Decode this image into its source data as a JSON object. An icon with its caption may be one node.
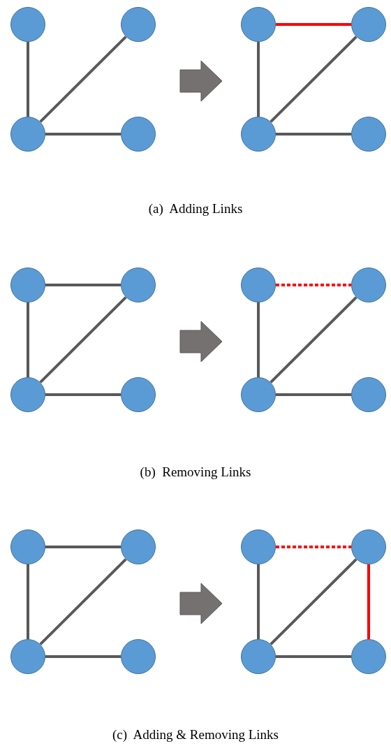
{
  "diagram": {
    "nodes": [
      {
        "text": [],
        "shape": "circle"
      },
      {
        "text": [],
        "shape": "circle"
      },
      {
        "text": [],
        "shape": "circle"
      },
      {
        "text": [],
        "shape": "circle"
      },
      {
        "text": [],
        "shape": "circle"
      },
      {
        "text": [],
        "shape": "circle"
      },
      {
        "text": [],
        "shape": "circle"
      },
      {
        "text": [],
        "shape": "circle"
      },
      {
        "text": [],
        "shape": "circle"
      },
      {
        "text": [],
        "shape": "circle"
      },
      {
        "text": [],
        "shape": "circle"
      },
      {
        "text": [],
        "shape": "circle"
      },
      {
        "text": [],
        "shape": "circle"
      },
      {
        "text": [],
        "shape": "circle"
      },
      {
        "text": [],
        "shape": "circle"
      },
      {
        "text": [],
        "shape": "circle"
      },
      {
        "text": [],
        "shape": "circle"
      },
      {
        "text": [],
        "shape": "circle"
      },
      {
        "text": [],
        "shape": "circle"
      },
      {
        "text": [],
        "shape": "circle"
      },
      {
        "text": [],
        "shape": "circle"
      },
      {
        "text": [],
        "shape": "circle"
      },
      {
        "text": [],
        "shape": "circle"
      },
      {
        "text": [],
        "shape": "circle"
      }
    ],
    "edges": [
      {
        "from": 0,
        "to": 2,
        "arrow": "none"
      },
      {
        "from": 2,
        "to": 1,
        "arrow": "none"
      },
      {
        "from": 2,
        "to": 3,
        "arrow": "none"
      },
      {
        "from": 4,
        "to": 5,
        "arrow": "none",
        "color": "#ff0000"
      },
      {
        "from": 4,
        "to": 6,
        "arrow": "none"
      },
      {
        "from": 6,
        "to": 5,
        "arrow": "none"
      },
      {
        "from": 6,
        "to": 7,
        "arrow": "none"
      },
      {
        "from": 8,
        "to": 9,
        "arrow": "none"
      },
      {
        "from": 8,
        "to": 10,
        "arrow": "none"
      },
      {
        "from": 10,
        "to": 9,
        "arrow": "none"
      },
      {
        "from": 10,
        "to": 11,
        "arrow": "none"
      },
      {
        "from": 12,
        "to": 13,
        "arrow": "none",
        "style": "dashed",
        "color": "#ff0000"
      },
      {
        "from": 12,
        "to": 14,
        "arrow": "none"
      },
      {
        "from": 14,
        "to": 13,
        "arrow": "none"
      },
      {
        "from": 14,
        "to": 15,
        "arrow": "none"
      },
      {
        "from": 16,
        "to": 17,
        "arrow": "none"
      },
      {
        "from": 16,
        "to": 18,
        "arrow": "none"
      },
      {
        "from": 18,
        "to": 17,
        "arrow": "none"
      },
      {
        "from": 18,
        "to": 19,
        "arrow": "none"
      },
      {
        "from": 20,
        "to": 21,
        "arrow": "none",
        "style": "dashed",
        "color": "#ff0000"
      },
      {
        "from": 20,
        "to": 22,
        "arrow": "none"
      },
      {
        "from": 22,
        "to": 21,
        "arrow": "none"
      },
      {
        "from": 22,
        "to": 23,
        "arrow": "none"
      },
      {
        "from": 21,
        "to": 23,
        "arrow": "none",
        "color": "#ff0000"
      }
    ],
    "labels": [
      "(a)  Adding Links",
      "(b)  Removing Links",
      "(c)  Adding & Removing Links"
    ]
  }
}
